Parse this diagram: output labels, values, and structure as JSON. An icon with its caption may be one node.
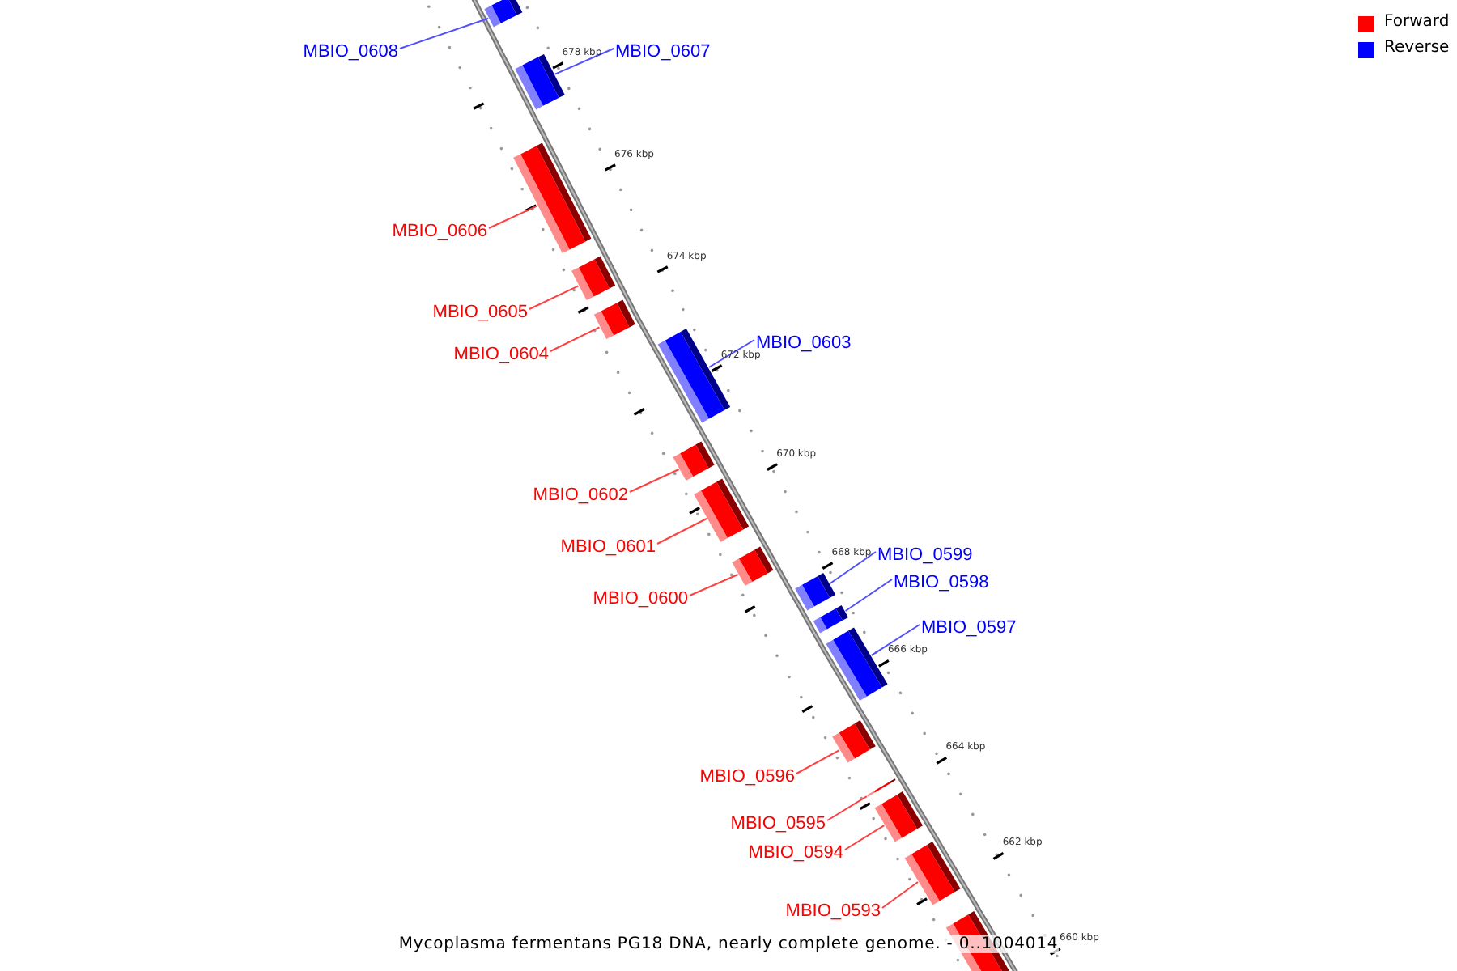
{
  "diagram": {
    "caption": "Mycoplasma fermentans PG18 DNA, nearly complete genome. - 0..1004014",
    "nodes": [
      {
        "text": [],
        "shape": "bar"
      },
      {
        "text": [
          "MBIO_0608"
        ]
      },
      {
        "text": [],
        "shape": "bar"
      },
      {
        "text": [
          "MBIO_0607"
        ]
      },
      {
        "text": [],
        "shape": "bar"
      },
      {
        "text": [
          "MBIO_0606"
        ]
      },
      {
        "text": [],
        "shape": "bar"
      },
      {
        "text": [
          "MBIO_0605"
        ]
      },
      {
        "text": [],
        "shape": "bar"
      },
      {
        "text": [
          "MBIO_0604"
        ]
      },
      {
        "text": [],
        "shape": "bar"
      },
      {
        "text": [
          "MBIO_0603"
        ]
      },
      {
        "text": [],
        "shape": "bar"
      },
      {
        "text": [
          "MBIO_0602"
        ]
      },
      {
        "text": [],
        "shape": "bar"
      },
      {
        "text": [
          "MBIO_0601"
        ]
      },
      {
        "text": [],
        "shape": "bar"
      },
      {
        "text": [
          "MBIO_0600"
        ]
      },
      {
        "text": [],
        "shape": "bar"
      },
      {
        "text": [
          "MBIO_0599"
        ]
      },
      {
        "text": [],
        "shape": "bar"
      },
      {
        "text": [
          "MBIO_0598"
        ]
      },
      {
        "text": [],
        "shape": "bar"
      },
      {
        "text": [
          "MBIO_0597"
        ]
      },
      {
        "text": [],
        "shape": "bar"
      },
      {
        "text": [
          "MBIO_0596"
        ]
      },
      {
        "text": [],
        "shape": "bar"
      },
      {
        "text": [
          "MBIO_0595"
        ]
      },
      {
        "text": [],
        "shape": "bar"
      },
      {
        "text": [
          "MBIO_0594"
        ]
      },
      {
        "text": [],
        "shape": "bar"
      },
      {
        "text": [
          "MBIO_0593"
        ]
      },
      {
        "text": [],
        "shape": "bar"
      }
    ],
    "edges": [
      {
        "from": 1,
        "to": 0,
        "arrow": "none",
        "color": "#5050ff"
      },
      {
        "from": 3,
        "to": 2,
        "arrow": "none",
        "color": "#5050ff"
      },
      {
        "from": 5,
        "to": 4,
        "arrow": "none"
      },
      {
        "from": 7,
        "to": 6,
        "arrow": "none"
      },
      {
        "from": 9,
        "to": 8,
        "arrow": "none"
      },
      {
        "from": 11,
        "to": 10,
        "arrow": "none",
        "color": "#5050ff"
      },
      {
        "from": 13,
        "to": 12,
        "arrow": "none"
      },
      {
        "from": 15,
        "to": 14,
        "arrow": "none"
      },
      {
        "from": 17,
        "to": 16,
        "arrow": "none"
      },
      {
        "from": 19,
        "to": 18,
        "arrow": "none",
        "color": "#5050ff"
      },
      {
        "from": 21,
        "to": 20,
        "arrow": "none",
        "color": "#5050ff"
      },
      {
        "from": 23,
        "to": 22,
        "arrow": "none",
        "color": "#5050ff"
      },
      {
        "from": 25,
        "to": 24,
        "arrow": "none"
      },
      {
        "from": 27,
        "to": 26,
        "arrow": "none"
      },
      {
        "from": 29,
        "to": 28,
        "arrow": "none"
      },
      {
        "from": 31,
        "to": 30,
        "arrow": "none"
      }
    ],
    "labels": [
      "678 kbp",
      "676 kbp",
      "674 kbp",
      "672 kbp",
      "670 kbp",
      "668 kbp",
      "666 kbp",
      "664 kbp",
      "662 kbp",
      "660 kbp"
    ],
    "legend": [
      {
        "text": "Forward",
        "color": "#ff0000"
      },
      {
        "text": "Reverse",
        "color": "#0000ff"
      }
    ]
  }
}
